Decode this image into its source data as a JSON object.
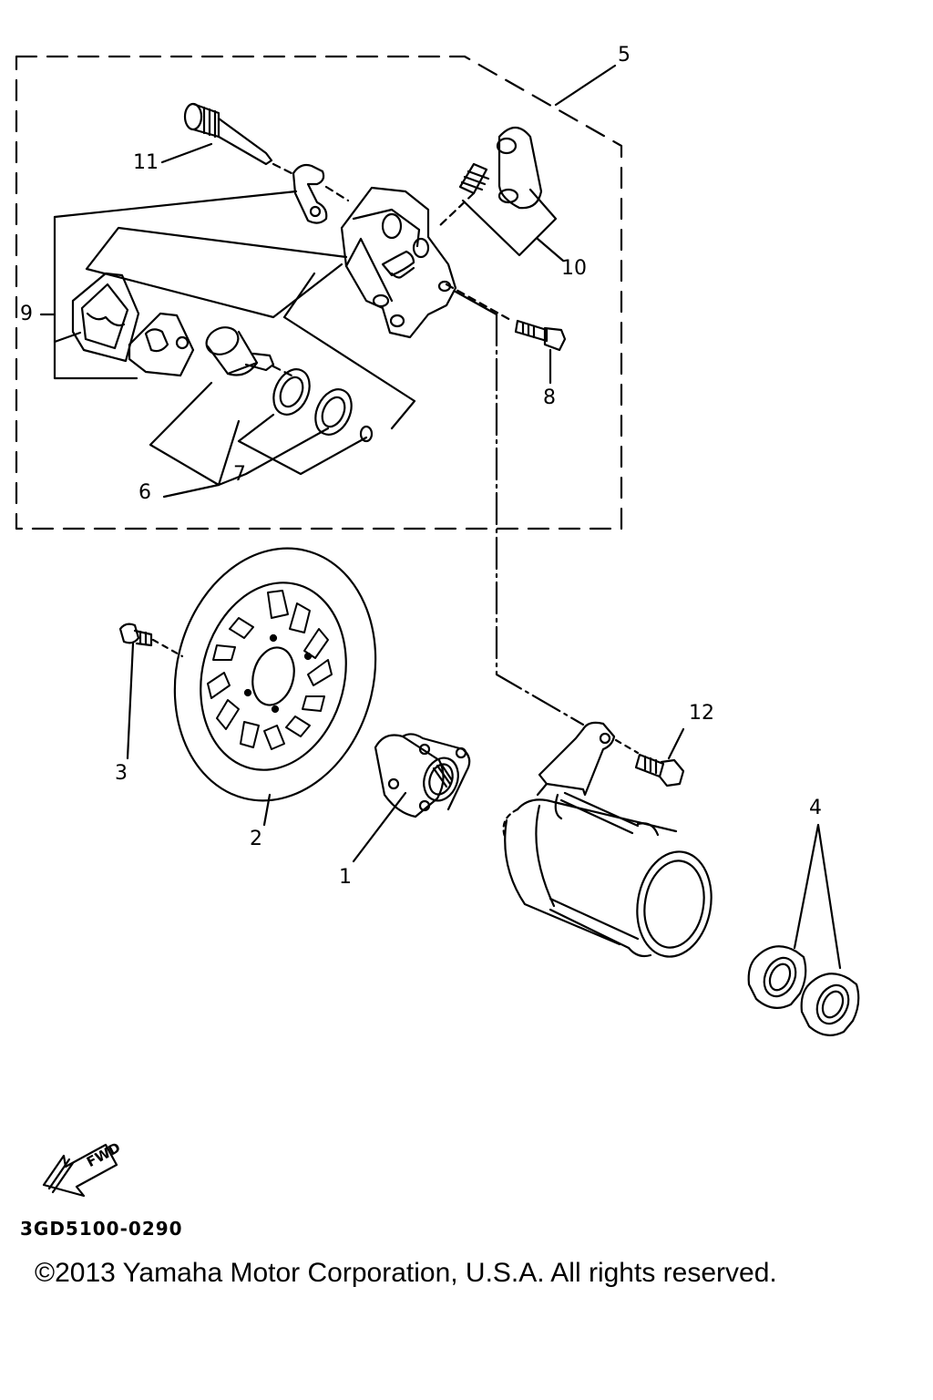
{
  "callouts": {
    "c1": "1",
    "c2": "2",
    "c3": "3",
    "c4": "4",
    "c5": "5",
    "c6": "6",
    "c7": "7",
    "c8": "8",
    "c9": "9",
    "c10": "10",
    "c11": "11",
    "c12": "12"
  },
  "fwd_label": "FWD",
  "diagram_code": "3GD5100-0290",
  "copyright": "©2013 Yamaha Motor Corporation, U.S.A. All rights reserved."
}
